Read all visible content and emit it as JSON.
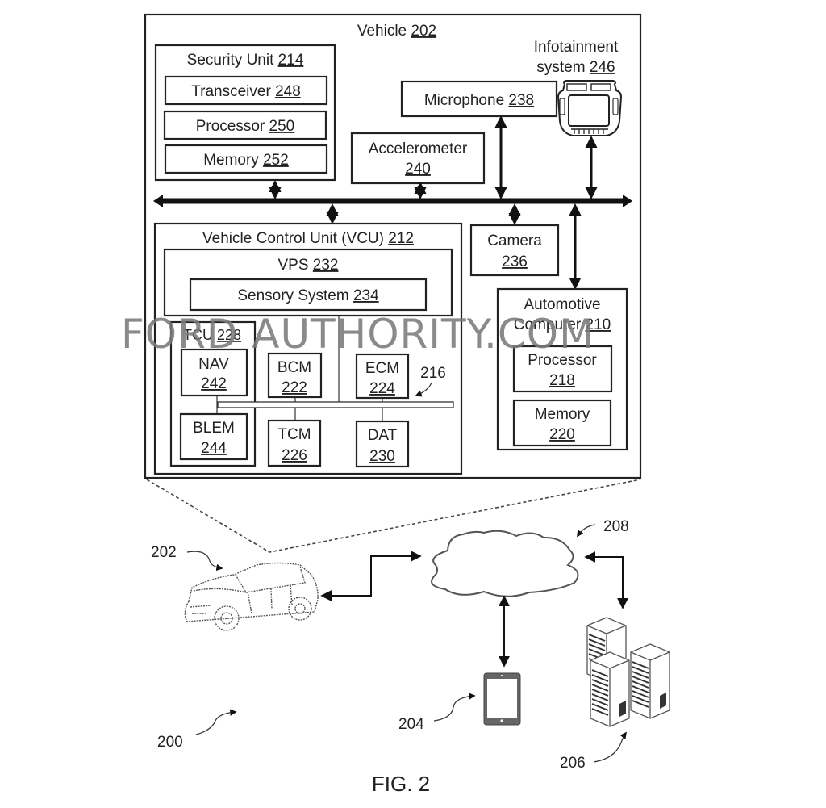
{
  "figure": {
    "caption": "FIG. 2",
    "system_ref": "200",
    "watermark": "FORD AUTHORITY.COM"
  },
  "vehicle_block": {
    "title": "Vehicle",
    "title_num": "202",
    "security_unit": {
      "title": "Security Unit",
      "num": "214",
      "items": [
        {
          "label": "Transceiver",
          "num": "248"
        },
        {
          "label": "Processor",
          "num": "250"
        },
        {
          "label": "Memory",
          "num": "252"
        }
      ]
    },
    "microphone": {
      "label": "Microphone",
      "num": "238"
    },
    "accelerometer": {
      "label": "Accelerometer",
      "num": "240"
    },
    "infotainment": {
      "line1": "Infotainment",
      "line2": "system",
      "num": "246"
    },
    "camera": {
      "label": "Camera",
      "num": "236"
    },
    "vcu": {
      "title": "Vehicle Control Unit (VCU)",
      "num": "212",
      "vps": {
        "label": "VPS",
        "num": "232"
      },
      "sensory": {
        "label": "Sensory System",
        "num": "234"
      },
      "tcu": {
        "label": "TCU",
        "num": "228"
      },
      "bus_ref": "216",
      "modules": [
        {
          "id": "nav",
          "label": "NAV",
          "num": "242"
        },
        {
          "id": "blem",
          "label": "BLEM",
          "num": "244"
        },
        {
          "id": "bcm",
          "label": "BCM",
          "num": "222"
        },
        {
          "id": "tcm",
          "label": "TCM",
          "num": "226"
        },
        {
          "id": "ecm",
          "label": "ECM",
          "num": "224"
        },
        {
          "id": "dat",
          "label": "DAT",
          "num": "230"
        }
      ]
    },
    "automotive_computer": {
      "line1": "Automotive",
      "line2": "Computer",
      "num": "210",
      "processor": {
        "label": "Processor",
        "num": "218"
      },
      "memory": {
        "label": "Memory",
        "num": "220"
      }
    }
  },
  "network": {
    "vehicle_ref": "202",
    "mobile_ref": "204",
    "server_ref": "206",
    "cloud_ref": "208"
  }
}
